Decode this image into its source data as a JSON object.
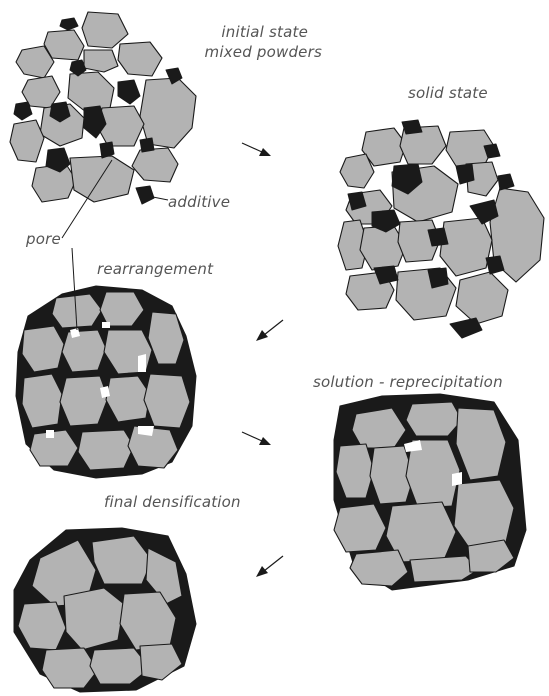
{
  "labels": {
    "initial_line1": "initial state",
    "initial_line2": "mixed powders",
    "solid_state": "solid state",
    "additive": "additive",
    "pore": "pore",
    "rearrangement": "rearrangement",
    "solution_reprecipitation": "solution - reprecipitation",
    "final_densification": "final densification"
  },
  "colors": {
    "particle_fill": "#b3b3b3",
    "additive_fill": "#1a1a1a",
    "pore_fill": "#ffffff",
    "label_text": "#555555"
  }
}
